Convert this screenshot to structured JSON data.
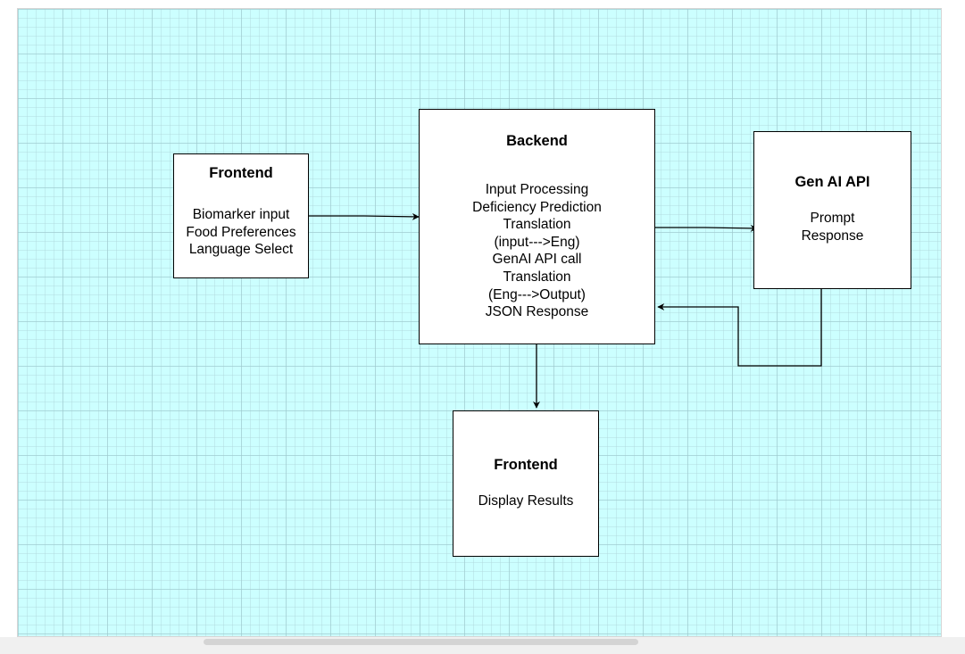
{
  "diagram": {
    "nodes": {
      "frontend_input": {
        "title": "Frontend",
        "lines": [
          "Biomarker input",
          "Food Preferences",
          "Language Select"
        ]
      },
      "backend": {
        "title": "Backend",
        "lines": [
          "Input Processing",
          "Deficiency Prediction",
          "Translation",
          "(input--->Eng)",
          "GenAI API call",
          "Translation",
          "(Eng--->Output)",
          "JSON Response"
        ]
      },
      "genai_api": {
        "title": "Gen AI API",
        "lines": [
          "Prompt",
          "Response"
        ]
      },
      "frontend_output": {
        "title": "Frontend",
        "lines": [
          "Display Results"
        ]
      }
    },
    "edges": [
      {
        "from": "frontend_input",
        "to": "backend"
      },
      {
        "from": "backend",
        "to": "genai_api"
      },
      {
        "from": "genai_api",
        "to": "backend"
      },
      {
        "from": "backend",
        "to": "frontend_output"
      }
    ]
  },
  "colors": {
    "canvas_background": "#ccffff",
    "grid_line": "#9bc8cd",
    "node_fill": "#ffffff",
    "node_stroke": "#000000",
    "edge_stroke": "#000000"
  }
}
